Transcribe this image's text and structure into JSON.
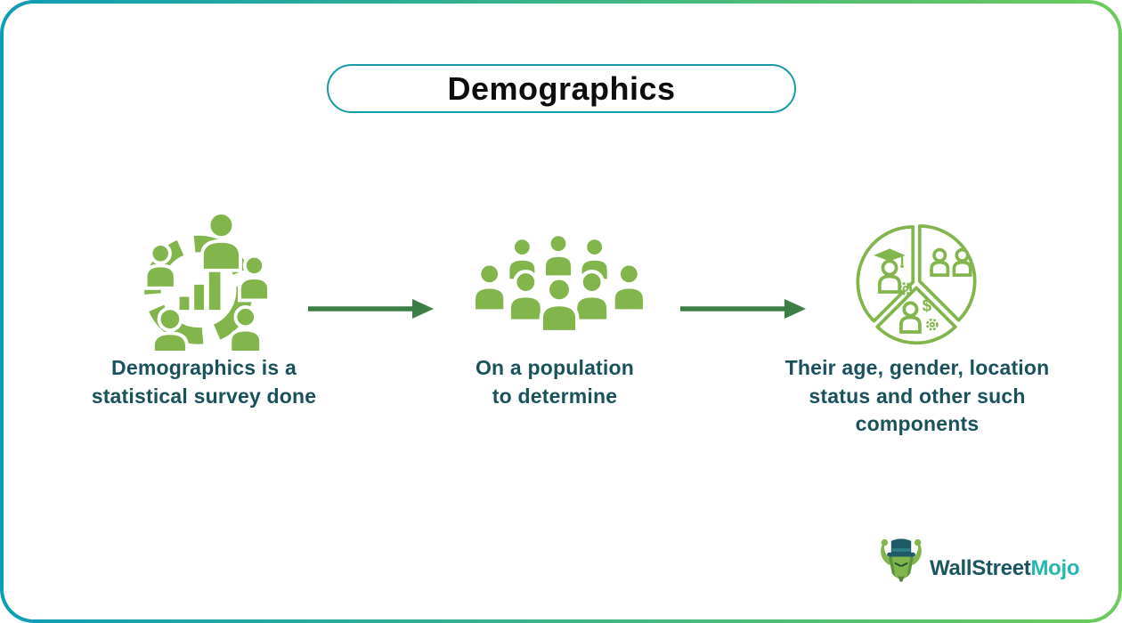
{
  "title": {
    "label": "Demographics"
  },
  "steps": [
    {
      "icon": "people-around-chart-icon",
      "caption": "Demographics is a\nstatistical survey done"
    },
    {
      "icon": "population-crowd-icon",
      "caption": "On a population\nto determine"
    },
    {
      "icon": "pie-chart-people-segments-icon",
      "caption": "Their age, gender, location\nstatus and other such\ncomponents"
    }
  ],
  "pie_icon_glyphs": {
    "left_segment": "graduate-person-with-gear",
    "right_segment": "two-people",
    "bottom_segment": "person-with-dollar-and-gear",
    "dollar_sign": "$"
  },
  "logo": {
    "brand_part1": "WallStreet",
    "brand_part2": "Mojo",
    "mascot": "bull-mascot-icon"
  },
  "colors": {
    "icon_green": "#82B54B",
    "arrow_green": "#3D7E47",
    "caption_teal": "#19525C",
    "title_border_teal": "#189AA6",
    "frame_left": "#0D9DB5",
    "frame_right": "#6CCB5B",
    "logo_primary": "#1A5560",
    "logo_accent": "#25B8B0",
    "hat_teal": "#1E5B66"
  }
}
